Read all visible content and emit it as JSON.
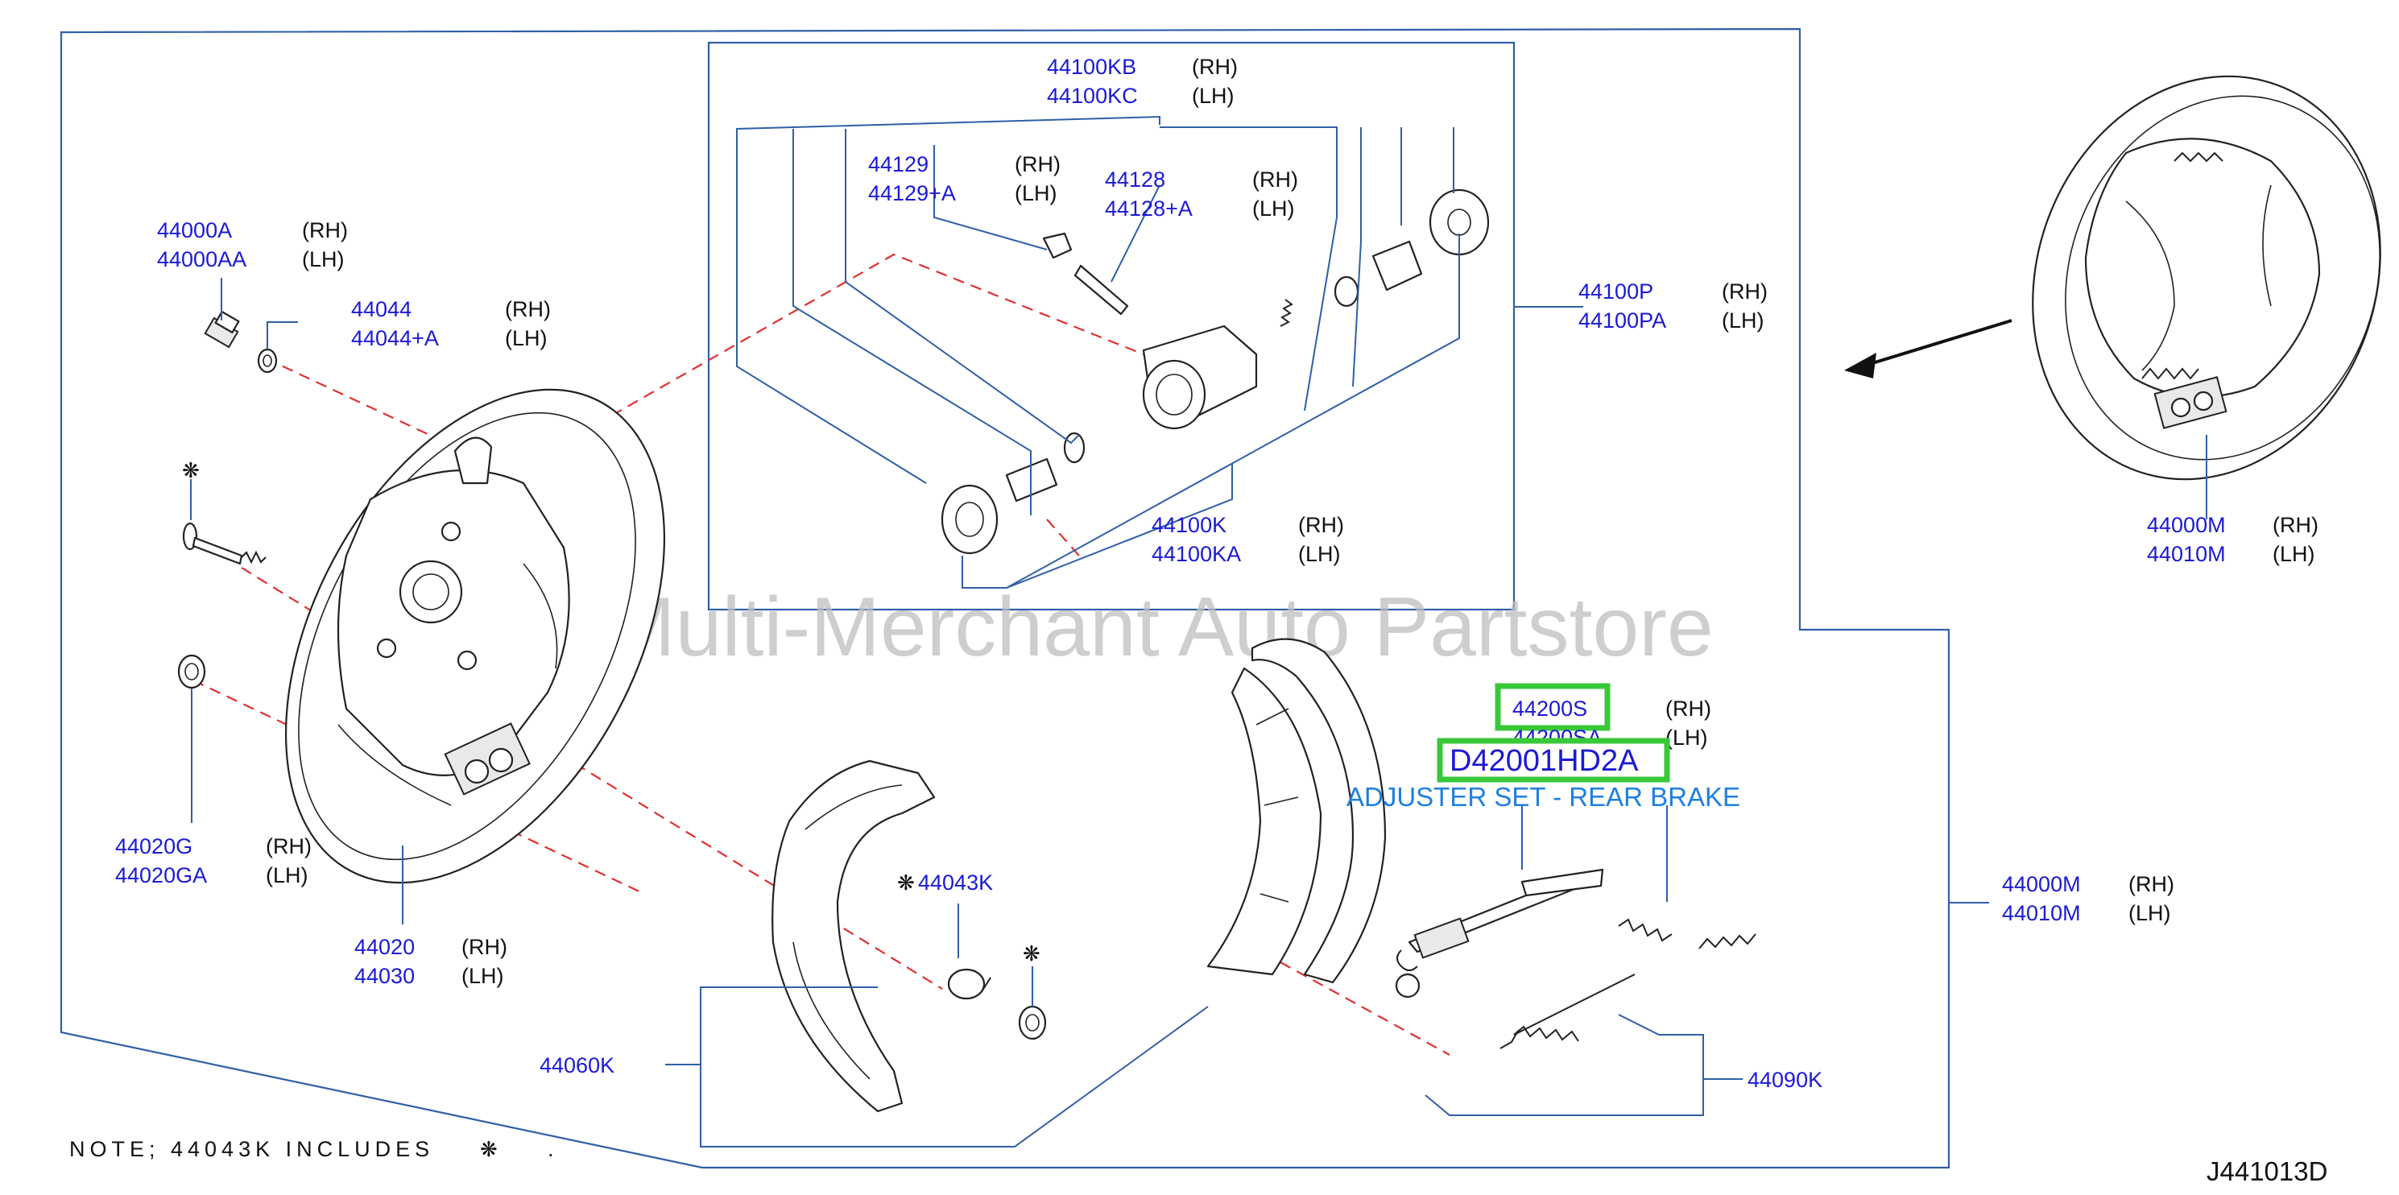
{
  "watermark": "Multi-Merchant Auto Partstore",
  "diagram_code": "J441013D",
  "note": {
    "text": "NOTE;  44043K  INCLUDES",
    "glyph": "❋",
    "tail": "."
  },
  "highlight": {
    "catalog_number": "D42001HD2A",
    "description": "ADJUSTER SET - REAR BRAKE",
    "color": "#38c838"
  },
  "callouts": {
    "c44000A": {
      "part": "44000A",
      "alt": "44000AA",
      "rh": "(RH)",
      "lh": "(LH)"
    },
    "c44044": {
      "part": "44044",
      "alt": "44044+A",
      "rh": "(RH)",
      "lh": "(LH)"
    },
    "c44100KB": {
      "part": "44100KB",
      "alt": "44100KC",
      "rh": "(RH)",
      "lh": "(LH)"
    },
    "c44129": {
      "part": "44129",
      "alt": "44129+A",
      "rh": "(RH)",
      "lh": "(LH)"
    },
    "c44128": {
      "part": "44128",
      "alt": "44128+A",
      "rh": "(RH)",
      "lh": "(LH)"
    },
    "c44100P": {
      "part": "44100P",
      "alt": "44100PA",
      "rh": "(RH)",
      "lh": "(LH)"
    },
    "c44100K": {
      "part": "44100K",
      "alt": "44100KA",
      "rh": "(RH)",
      "lh": "(LH)"
    },
    "c44000M_top": {
      "part": "44000M",
      "alt": "44010M",
      "rh": "(RH)",
      "lh": "(LH)"
    },
    "c44200S": {
      "part": "44200S",
      "alt": "44200SA",
      "rh": "(RH)",
      "lh": "(LH)"
    },
    "c44020G": {
      "part": "44020G",
      "alt": "44020GA",
      "rh": "(RH)",
      "lh": "(LH)"
    },
    "c44020": {
      "part": "44020",
      "alt": "44030",
      "rh": "(RH)",
      "lh": "(LH)"
    },
    "c44000M_mid": {
      "part": "44000M",
      "alt": "44010M",
      "rh": "(RH)",
      "lh": "(LH)"
    },
    "c44043K": {
      "part": "44043K"
    },
    "c44060K": {
      "part": "44060K"
    },
    "c44090K": {
      "part": "44090K"
    }
  }
}
